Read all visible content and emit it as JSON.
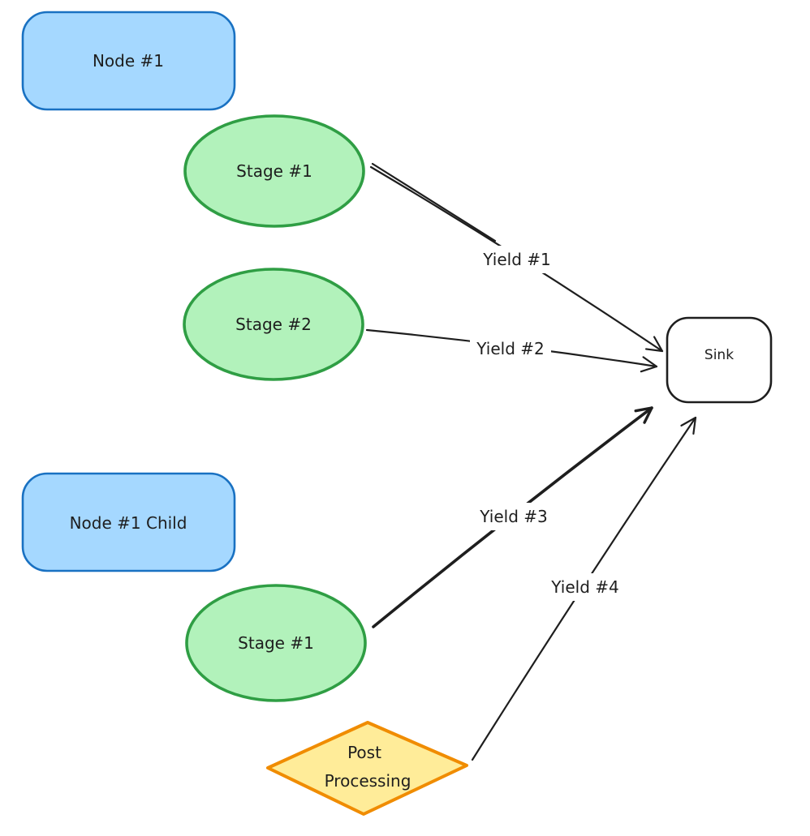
{
  "diagram": {
    "type": "flow-diagram",
    "style": "hand-drawn-sketch",
    "background": "#ffffff",
    "colors": {
      "blue_fill": "#a5d8ff",
      "blue_stroke": "#1971c2",
      "green_fill": "#b2f2bb",
      "green_stroke": "#2f9e44",
      "yellow_fill": "#ffec99",
      "yellow_stroke": "#f08c00",
      "ink": "#1e1e1e"
    },
    "nodes": [
      {
        "id": "node1",
        "label": "Node #1",
        "shape": "rounded-rectangle",
        "fill": "#a5d8ff",
        "stroke": "#1971c2"
      },
      {
        "id": "stage1",
        "label": "Stage #1",
        "shape": "ellipse",
        "fill": "#b2f2bb",
        "stroke": "#2f9e44"
      },
      {
        "id": "stage2",
        "label": "Stage #2",
        "shape": "ellipse",
        "fill": "#b2f2bb",
        "stroke": "#2f9e44"
      },
      {
        "id": "node1-child",
        "label": "Node #1 Child",
        "shape": "rounded-rectangle",
        "fill": "#a5d8ff",
        "stroke": "#1971c2"
      },
      {
        "id": "stage1-child",
        "label": "Stage #1",
        "shape": "ellipse",
        "fill": "#b2f2bb",
        "stroke": "#2f9e44"
      },
      {
        "id": "post-processing",
        "label": "Post Processing",
        "label_lines": [
          "Post",
          "Processing"
        ],
        "shape": "diamond",
        "fill": "#ffec99",
        "stroke": "#f08c00"
      },
      {
        "id": "sink",
        "label": "Sink",
        "shape": "rounded-rectangle",
        "fill": "#ffffff",
        "stroke": "#1e1e1e"
      }
    ],
    "edges": [
      {
        "id": "yield1",
        "label": "Yield #1",
        "from": "stage1",
        "to": "sink",
        "weight": "normal"
      },
      {
        "id": "yield2",
        "label": "Yield #2",
        "from": "stage2",
        "to": "sink",
        "weight": "normal"
      },
      {
        "id": "yield3",
        "label": "Yield #3",
        "from": "stage1-child",
        "to": "sink",
        "weight": "bold"
      },
      {
        "id": "yield4",
        "label": "Yield #4",
        "from": "post-processing",
        "to": "sink",
        "weight": "normal"
      }
    ]
  }
}
